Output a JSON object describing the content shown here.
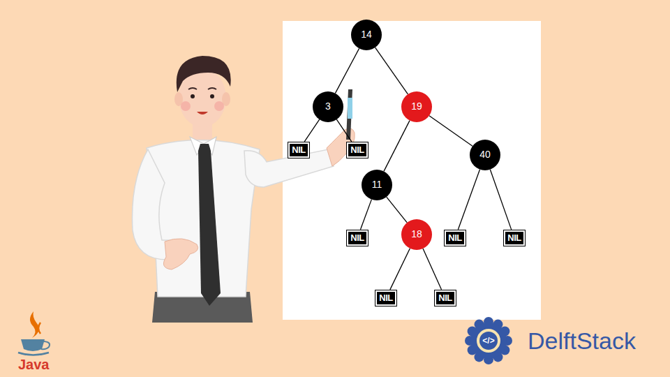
{
  "diagram": {
    "nodes": [
      {
        "text": [
          "14"
        ]
      },
      {
        "text": [
          "3"
        ]
      },
      {
        "text": [
          "19"
        ]
      },
      {
        "text": [
          "NIL"
        ]
      },
      {
        "text": [
          "NIL"
        ]
      },
      {
        "text": [
          "11"
        ]
      },
      {
        "text": [
          "40"
        ]
      },
      {
        "text": [
          "NIL"
        ]
      },
      {
        "text": [
          "18"
        ]
      },
      {
        "text": [
          "NIL"
        ]
      },
      {
        "text": [
          "NIL"
        ]
      },
      {
        "text": [
          "NIL"
        ]
      },
      {
        "text": [
          "NIL"
        ]
      }
    ],
    "edges": [
      {
        "from": 0,
        "to": 1,
        "arrow": "none"
      },
      {
        "from": 0,
        "to": 2,
        "arrow": "none"
      },
      {
        "from": 1,
        "to": 3,
        "arrow": "none"
      },
      {
        "from": 1,
        "to": 4,
        "arrow": "none"
      },
      {
        "from": 2,
        "to": 5,
        "arrow": "none"
      },
      {
        "from": 2,
        "to": 6,
        "arrow": "none"
      },
      {
        "from": 5,
        "to": 7,
        "arrow": "none"
      },
      {
        "from": 5,
        "to": 8,
        "arrow": "none"
      },
      {
        "from": 6,
        "to": 9,
        "arrow": "none"
      },
      {
        "from": 6,
        "to": 10,
        "arrow": "none"
      },
      {
        "from": 8,
        "to": 11,
        "arrow": "none"
      },
      {
        "from": 8,
        "to": 12,
        "arrow": "none"
      }
    ],
    "labels": [
      "Java",
      "DelftStack",
      "</>"
    ]
  }
}
